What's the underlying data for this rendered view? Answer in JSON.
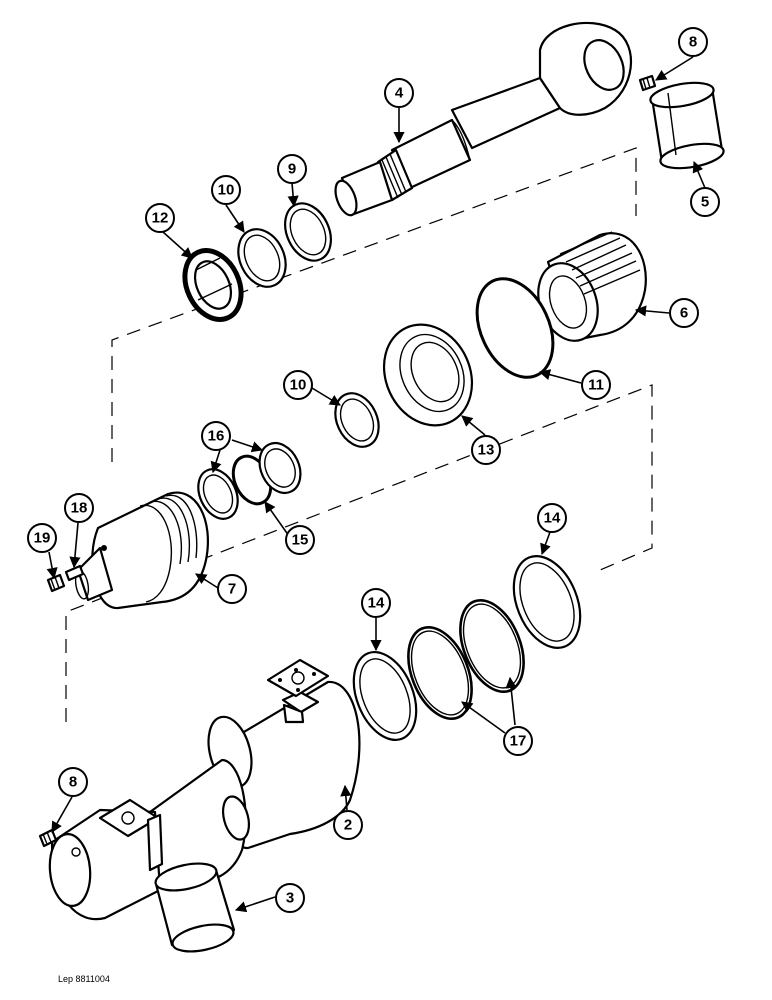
{
  "callouts": [
    "8",
    "4",
    "5",
    "9",
    "10",
    "12",
    "6",
    "11",
    "10",
    "13",
    "16",
    "15",
    "18",
    "19",
    "7",
    "14",
    "14",
    "17",
    "8",
    "2",
    "3"
  ],
  "reference": "Lep 8811004"
}
